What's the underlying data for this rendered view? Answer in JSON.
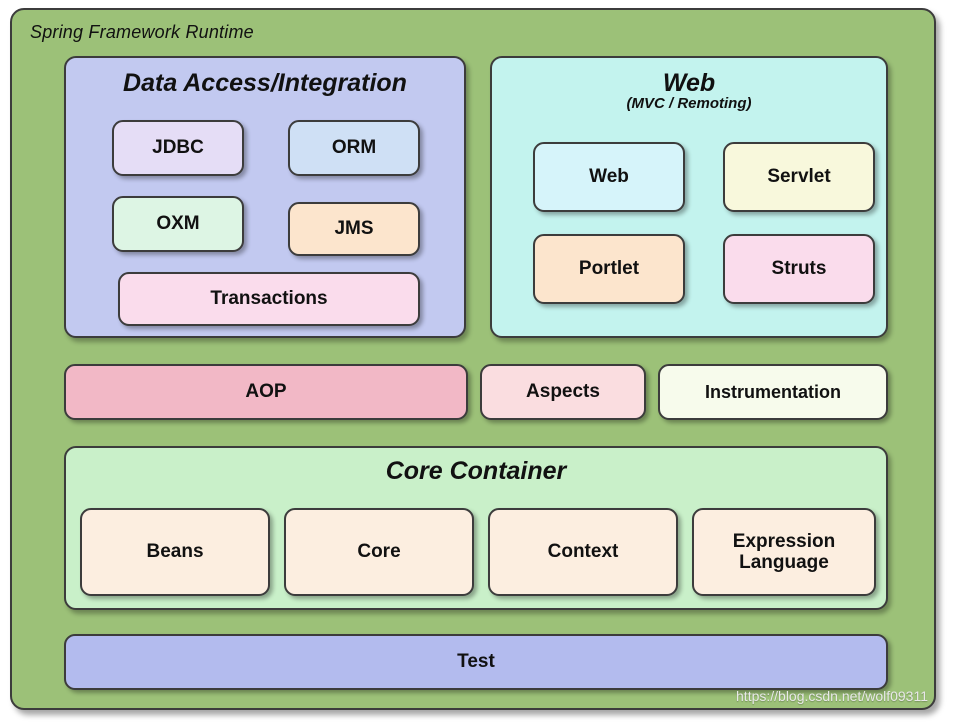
{
  "diagram": {
    "title": "Spring Framework Runtime",
    "watermark": "https://blog.csdn.net/wolf09311"
  },
  "data_access": {
    "title": "Data Access/Integration",
    "panel_color": "#c2c9f0",
    "modules": [
      {
        "label": "JDBC",
        "color": "#e5ddf6"
      },
      {
        "label": "ORM",
        "color": "#cfe0f5"
      },
      {
        "label": "OXM",
        "color": "#ddf5e4"
      },
      {
        "label": "JMS",
        "color": "#fce5cd"
      },
      {
        "label": "Transactions",
        "color": "#fadcec"
      }
    ]
  },
  "web": {
    "title": "Web",
    "subtitle": "(MVC / Remoting)",
    "panel_color": "#c3f3ee",
    "modules": [
      {
        "label": "Web",
        "color": "#d6f4fa"
      },
      {
        "label": "Servlet",
        "color": "#f8f8dc"
      },
      {
        "label": "Portlet",
        "color": "#fce5cd"
      },
      {
        "label": "Struts",
        "color": "#fadcec"
      }
    ]
  },
  "aspect_row": {
    "modules": [
      {
        "label": "AOP",
        "color": "#f2b8c6"
      },
      {
        "label": "Aspects",
        "color": "#fadde0"
      },
      {
        "label": "Instrumentation",
        "color": "#f7fbec"
      }
    ]
  },
  "core_container": {
    "title": "Core Container",
    "panel_color": "#c9f0c9",
    "modules": [
      {
        "label": "Beans",
        "color": "#fceee0"
      },
      {
        "label": "Core",
        "color": "#fceee0"
      },
      {
        "label": "Context",
        "color": "#fceee0"
      },
      {
        "label": "Expression\nLanguage",
        "color": "#fceee0"
      }
    ]
  },
  "test": {
    "modules": [
      {
        "label": "Test",
        "color": "#b3bbee"
      }
    ]
  }
}
